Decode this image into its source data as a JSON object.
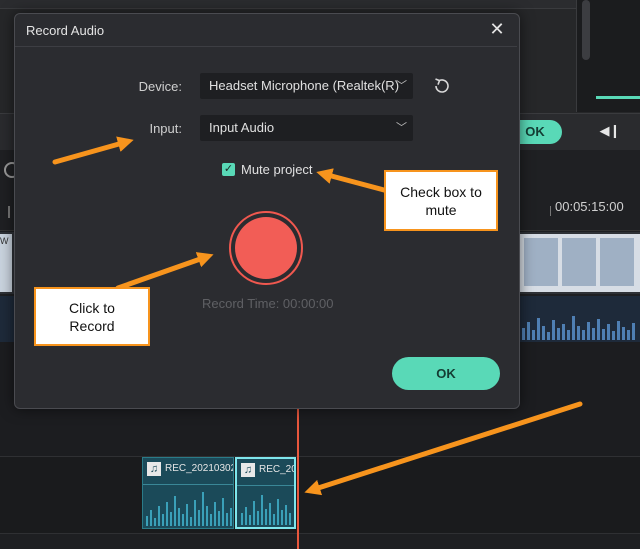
{
  "editor": {
    "ok_label": "OK",
    "play_icon": "step-play-icon",
    "timecode": "00:05:15:00",
    "thumb_left_text": "W",
    "clips": [
      {
        "name": "REC_20210302",
        "icon": "music-note-icon"
      },
      {
        "name": "REC_202",
        "icon": "music-note-icon"
      }
    ]
  },
  "dialog": {
    "title": "Record Audio",
    "close_icon": "close-icon",
    "device_label": "Device:",
    "device_value": "Headset Microphone (Realtek(R)",
    "refresh_icon": "refresh-icon",
    "input_label": "Input:",
    "input_value": "Input Audio",
    "mute_label": "Mute project",
    "mute_checked": true,
    "record_time": "Record Time: 00:00:00",
    "ok_label": "OK"
  },
  "annotations": {
    "mute_callout": [
      "Check box to",
      "mute"
    ],
    "record_callout": [
      "Click to",
      "Record"
    ],
    "arrow_color": "#f7941d"
  },
  "colors": {
    "accent": "#59d9b7",
    "record": "#f25d56",
    "playhead": "#e8573d"
  }
}
